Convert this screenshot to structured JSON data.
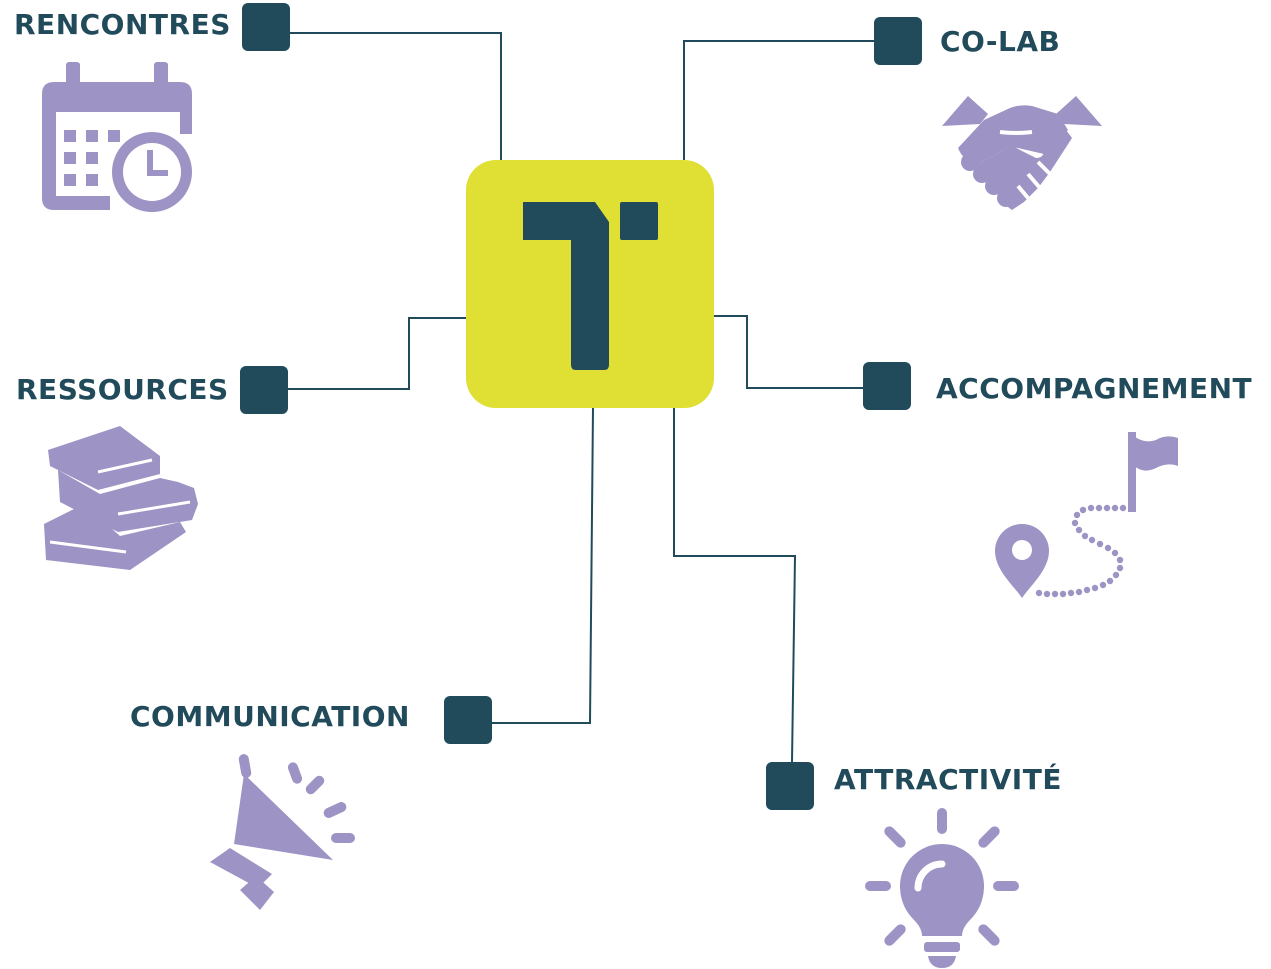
{
  "colors": {
    "hub": "#E0DF33",
    "dark": "#214B5B",
    "icon": "#9D93C4",
    "line": "#214B5B"
  },
  "hub": {
    "logo": "T-mark-logo"
  },
  "nodes": [
    {
      "id": "rencontres",
      "label": "RENCONTRES",
      "icon": "calendar-clock-icon"
    },
    {
      "id": "co-lab",
      "label": "CO-LAB",
      "icon": "handshake-icon"
    },
    {
      "id": "ressources",
      "label": "RESSOURCES",
      "icon": "books-icon"
    },
    {
      "id": "accompagnement",
      "label": "ACCOMPAGNEMENT",
      "icon": "route-flag-icon"
    },
    {
      "id": "communication",
      "label": "COMMUNICATION",
      "icon": "megaphone-icon"
    },
    {
      "id": "attractivite",
      "label": "ATTRACTIVITÉ",
      "icon": "lightbulb-icon"
    }
  ]
}
